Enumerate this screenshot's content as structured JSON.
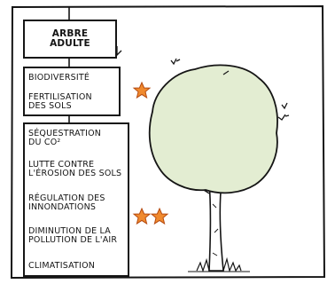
{
  "comic": {
    "title_box": "ARBRE\nADULTE",
    "box_1": {
      "items": [
        "BIODIVERSITÉ",
        "FERTILISATION\nDES SOLS"
      ]
    },
    "box_2": {
      "items": [
        "SÉQUESTRATION\nDU CO²",
        "LUTTE CONTRE\nL'ÉROSION DES SOLS",
        "RÉGULATION DES\nINNONDATIONS",
        "DIMINUTION DE LA\nPOLLUTION DE L'AIR",
        "CLIMATISATION"
      ]
    },
    "stars_box_1": 1,
    "stars_box_2": 2,
    "colors": {
      "ink": "#151515",
      "star_fill": "#f08a2e",
      "star_stroke": "#b54a10",
      "foliage": "#e3edd2",
      "trunk": "#ffffff"
    }
  }
}
